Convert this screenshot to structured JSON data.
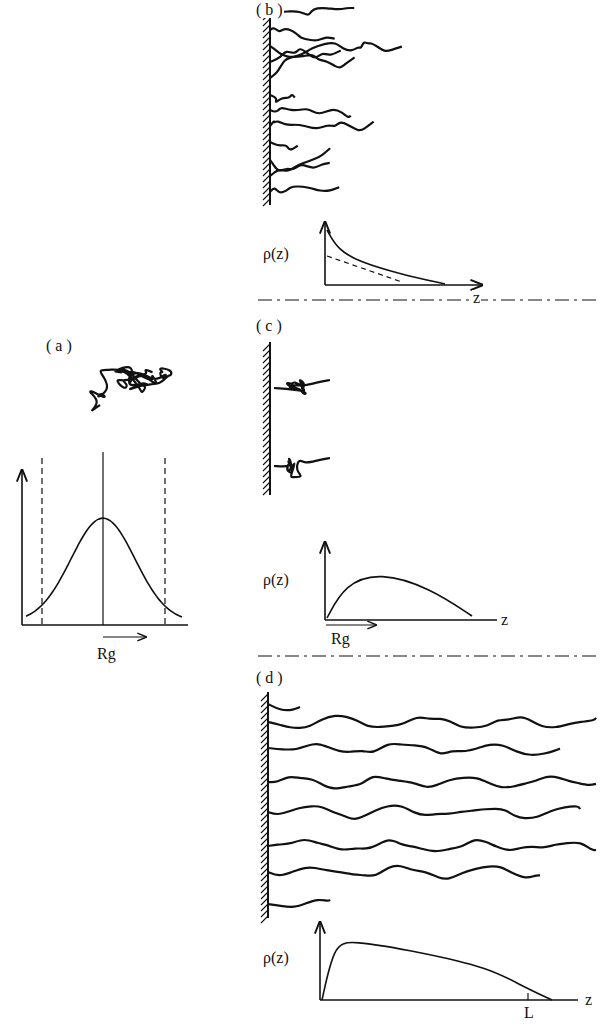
{
  "diagram": {
    "labels": [
      "( a )",
      "Rg",
      "( b )",
      "ρ(z)",
      "z",
      "( c )",
      "ρ(z)",
      "Rg",
      "z",
      "( d )",
      "ρ(z)",
      "L",
      "z"
    ]
  }
}
